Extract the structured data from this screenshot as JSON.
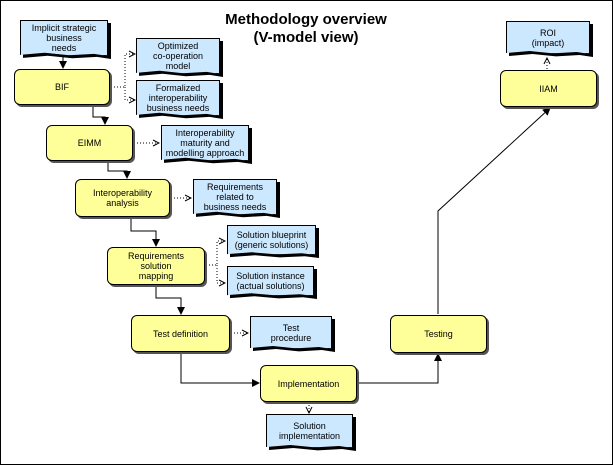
{
  "title": {
    "line1": "Methodology overview",
    "line2": "(V-model view)"
  },
  "colors": {
    "process_fill": "#ffff99",
    "document_fill": "#cce8ff",
    "line": "#000000"
  },
  "nodes": {
    "implicit_needs": "Implicit strategic\nbusiness\nneeds",
    "bif": "BIF",
    "optimized_model": "Optimized\nco-operation\nmodel",
    "formalized_needs": "Formalized\ninteroperability\nbusiness needs",
    "eimm": "EIMM",
    "maturity_approach": "Interoperability\nmaturity and\nmodelling approach",
    "interop_analysis": "Interoperability\nanalysis",
    "req_business_needs": "Requirements\nrelated to\nbusiness needs",
    "req_solution_mapping": "Requirements\nsolution\nmapping",
    "solution_blueprint": "Solution blueprint\n(generic solutions)",
    "solution_instance": "Solution instance\n(actual solutions)",
    "test_definition": "Test definition",
    "test_procedure": "Test\nprocedure",
    "implementation": "Implementation",
    "solution_implementation": "Solution\nimplementation",
    "testing": "Testing",
    "iiam": "IIAM",
    "roi": "ROI\n(impact)"
  }
}
